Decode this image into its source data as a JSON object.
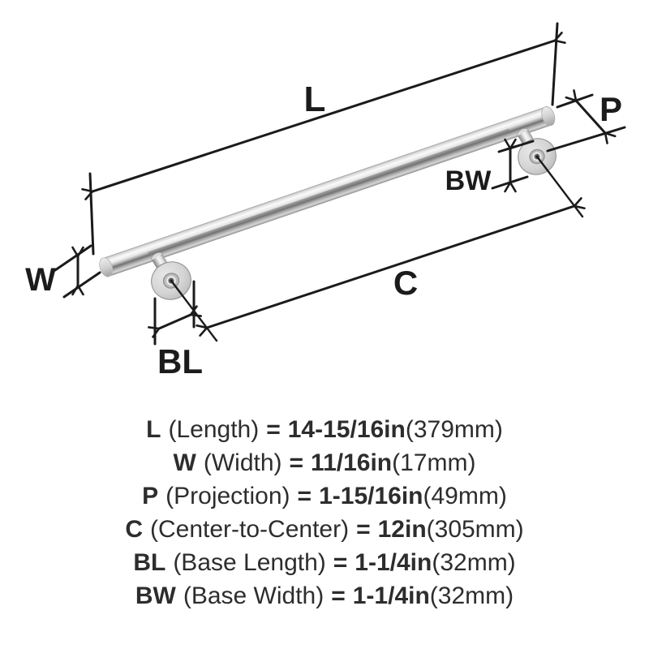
{
  "diagram": {
    "labels": {
      "L": "L",
      "W": "W",
      "P": "P",
      "C": "C",
      "BL": "BL",
      "BW": "BW"
    }
  },
  "specs": [
    {
      "code": "L",
      "desc": "(Length)",
      "eq": "=",
      "imperial": "14-15/16in",
      "metric": "(379mm)"
    },
    {
      "code": "W",
      "desc": "(Width)",
      "eq": "=",
      "imperial": "11/16in",
      "metric": "(17mm)"
    },
    {
      "code": "P",
      "desc": "(Projection)",
      "eq": "=",
      "imperial": "1-15/16in",
      "metric": "(49mm)"
    },
    {
      "code": "C",
      "desc": "(Center-to-Center)",
      "eq": "=",
      "imperial": "12in",
      "metric": "(305mm)"
    },
    {
      "code": "BL",
      "desc": "(Base Length)",
      "eq": "=",
      "imperial": "1-1/4in",
      "metric": "(32mm)"
    },
    {
      "code": "BW",
      "desc": "(Base Width)",
      "eq": "=",
      "imperial": "1-1/4in",
      "metric": "(32mm)"
    }
  ],
  "colors": {
    "line": "#1b1b1b",
    "text": "#2d2d2d",
    "background": "#ffffff"
  }
}
